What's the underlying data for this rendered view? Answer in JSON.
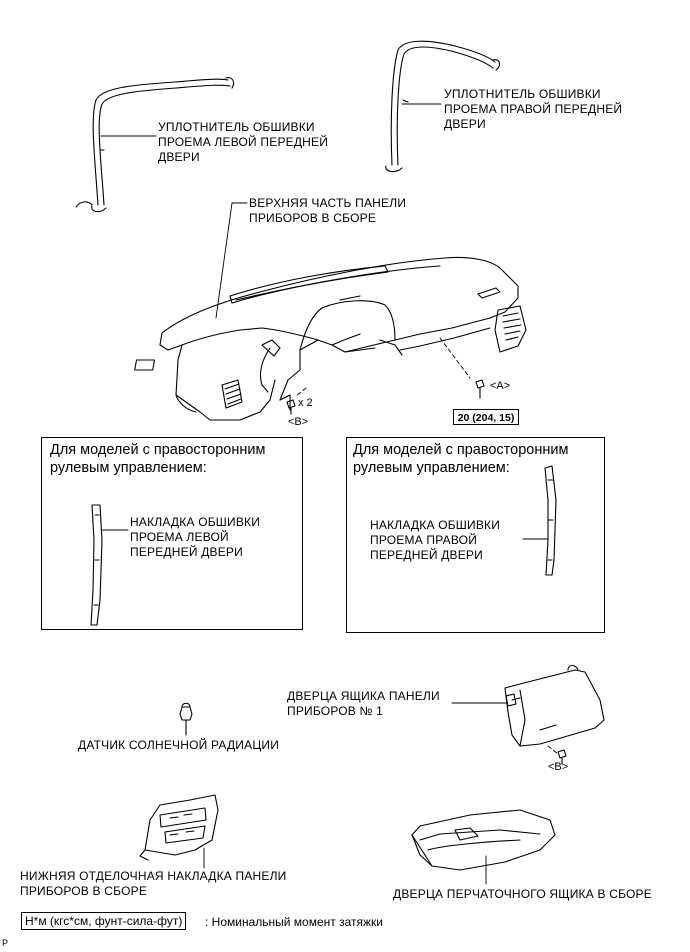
{
  "labels": {
    "left_weatherstrip": "УПЛОТНИТЕЛЬ ОБШИВКИ\nПРОЕМА ЛЕВОЙ ПЕРЕДНЕЙ\nДВЕРИ",
    "right_weatherstrip": "УПЛОТНИТЕЛЬ ОБШИВКИ\nПРОЕМА ПРАВОЙ ПЕРЕДНЕЙ\nДВЕРИ",
    "upper_panel": "ВЕРХНЯЯ ЧАСТЬ ПАНЕЛИ\nПРИБОРОВ В СБОРЕ",
    "clip_a": "<A>",
    "clip_b": "<B>",
    "clip_count": "x 2",
    "torque": "20 (204, 15)",
    "glove_door_no1": "ДВЕРЦА ЯЩИКА ПАНЕЛИ\nПРИБОРОВ № 1",
    "clip_b2": "<B>",
    "solar_sensor": "ДАТЧИК СОЛНЕЧНОЙ РАДИАЦИИ",
    "lower_finish_panel": "НИЖНЯЯ ОТДЕЛОЧНАЯ НАКЛАДКА ПАНЕЛИ\nПРИБОРОВ В СБОРЕ",
    "glovebox": "ДВЕРЦА ПЕРЧАТОЧНОГО ЯЩИКА В СБОРЕ"
  },
  "boxes": {
    "left": {
      "title": "Для моделей с правосторонним\nрулевым управлением:",
      "part": "НАКЛАДКА ОБШИВКИ\nПРОЕМА ЛЕВОЙ\nПЕРЕДНЕЙ ДВЕРИ"
    },
    "right": {
      "title": "Для моделей с правосторонним\nрулевым управлением:",
      "part": "НАКЛАДКА ОБШИВКИ\nПРОЕМА ПРАВОЙ\nПЕРЕДНЕЙ ДВЕРИ"
    }
  },
  "legend": {
    "unit": "Н*м (кгс*см, фунт-сила-фут)",
    "text": ": Номинальный момент затяжки"
  },
  "corner_mark": "P"
}
